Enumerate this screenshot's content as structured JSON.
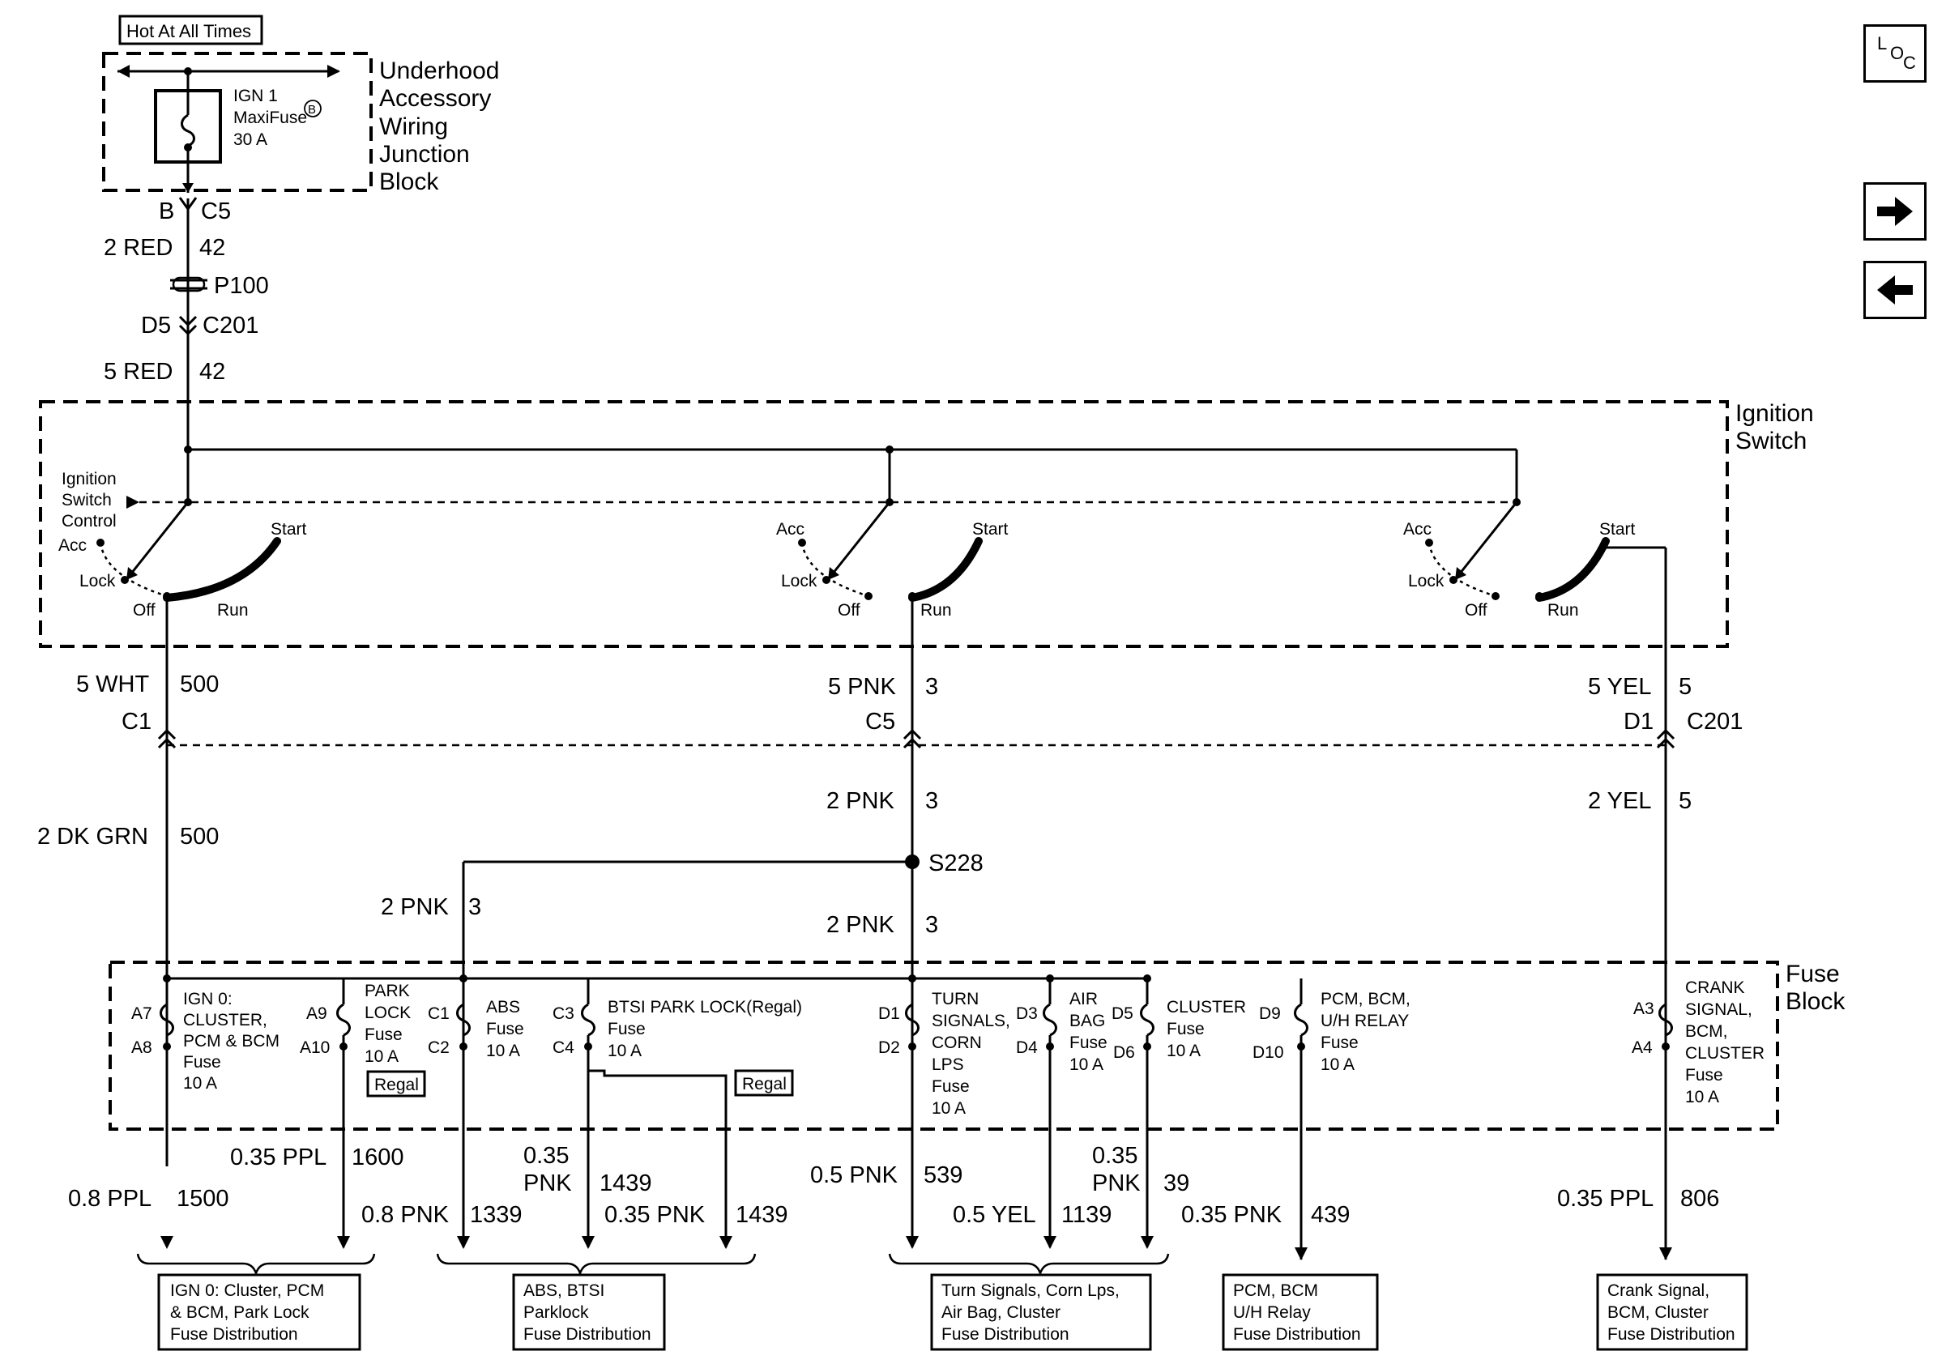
{
  "supply": {
    "hot_label": "Hot At All Times",
    "fuse": {
      "l1": "IGN 1",
      "l2": "MaxiFuse",
      "l2_sup": "B",
      "l3": "30 A"
    },
    "block": [
      "Underhood",
      "Accessory",
      "Wiring",
      "Junction",
      "Block"
    ]
  },
  "feed": {
    "c5_pin": "B",
    "c5_conn": "C5",
    "w1_color": "2 RED",
    "w1_circuit": "42",
    "p100": "P100",
    "c201_pin": "D5",
    "c201_conn": "C201",
    "w2_color": "5 RED",
    "w2_circuit": "42"
  },
  "ignition": {
    "label_1": "Ignition",
    "label_2": "Switch",
    "control_1": "Ignition",
    "control_2": "Switch",
    "control_3": "Control",
    "acc": "Acc",
    "lock": "Lock",
    "off": "Off",
    "run": "Run",
    "start": "Start"
  },
  "outputs": {
    "left": {
      "color": "5 WHT",
      "circuit": "500",
      "conn": "C1"
    },
    "mid": {
      "color": "5 PNK",
      "circuit": "3",
      "conn": "C5"
    },
    "right": {
      "color": "5 YEL",
      "circuit": "5",
      "pin": "D1",
      "conn": "C201"
    }
  },
  "harness": {
    "left": {
      "color": "2 DK GRN",
      "circuit": "500"
    },
    "mid": {
      "color": "2 PNK",
      "circuit": "3"
    },
    "right": {
      "color": "2 YEL",
      "circuit": "5"
    },
    "splice": "S228",
    "branch": {
      "color": "2 PNK",
      "circuit": "3"
    },
    "mid_lower": {
      "color": "2 PNK",
      "circuit": "3"
    }
  },
  "fuse_block": {
    "label_1": "Fuse",
    "label_2": "Block",
    "ign0": {
      "pin_in": "A7",
      "pin_out": "A8",
      "lines": [
        "IGN 0:",
        "CLUSTER,",
        "PCM & BCM",
        "Fuse",
        "10 A"
      ]
    },
    "park": {
      "pin_in": "A9",
      "pin_out": "A10",
      "lines": [
        "PARK",
        "LOCK",
        "Fuse",
        "10 A"
      ],
      "badge": "Regal"
    },
    "abs": {
      "pin_in": "C1",
      "pin_out": "C2",
      "lines": [
        "ABS",
        "Fuse",
        "10 A"
      ]
    },
    "btsi": {
      "pin_in": "C3",
      "pin_out": "C4",
      "lines": [
        "BTSI PARK LOCK(Regal)",
        "Fuse",
        "10 A"
      ],
      "badge": "Regal"
    },
    "turn": {
      "pin_in": "D1",
      "pin_out": "D2",
      "lines": [
        "TURN",
        "SIGNALS,",
        "CORN",
        "LPS",
        "Fuse",
        "10 A"
      ]
    },
    "airbag": {
      "pin_in": "D3",
      "pin_out": "D4",
      "lines": [
        "AIR",
        "BAG",
        "Fuse",
        "10 A"
      ]
    },
    "cluster": {
      "pin_in": "D5",
      "pin_out": "D6",
      "lines": [
        "CLUSTER",
        "Fuse",
        "10 A"
      ]
    },
    "pcm": {
      "pin_in": "D9",
      "pin_out": "D10",
      "lines": [
        "PCM, BCM,",
        "U/H RELAY",
        "Fuse",
        "10 A"
      ]
    },
    "crank": {
      "pin_in": "A3",
      "pin_out": "A4",
      "lines": [
        "CRANK",
        "SIGNAL,",
        "BCM,",
        "CLUSTER",
        "Fuse",
        "10 A"
      ]
    }
  },
  "out_wires": {
    "w1500": {
      "color": "0.8 PPL",
      "circuit": "1500"
    },
    "w1600": {
      "color": "0.35 PPL",
      "circuit": "1600"
    },
    "w1339": {
      "color": "0.8 PNK",
      "circuit": "1339"
    },
    "w1439a": {
      "color_1": "0.35",
      "color_2": "PNK",
      "circuit": "1439"
    },
    "w1439b": {
      "color": "0.35 PNK",
      "circuit": "1439"
    },
    "w539": {
      "color": "0.5 PNK",
      "circuit": "539"
    },
    "w1139": {
      "color": "0.5 YEL",
      "circuit": "1139"
    },
    "w39": {
      "color_1": "0.35",
      "color_2": "PNK",
      "circuit": "39"
    },
    "w439": {
      "color": "0.35 PNK",
      "circuit": "439"
    },
    "w806": {
      "color": "0.35 PPL",
      "circuit": "806"
    }
  },
  "destinations": {
    "ign0": [
      "IGN 0: Cluster, PCM",
      "& BCM, Park Lock",
      "Fuse Distribution"
    ],
    "abs": [
      "ABS, BTSI",
      "Parklock",
      "Fuse Distribution"
    ],
    "turn": [
      "Turn Signals, Corn Lps,",
      "Air Bag, Cluster",
      "Fuse Distribution"
    ],
    "pcm": [
      "PCM, BCM",
      "U/H Relay",
      "Fuse Distribution"
    ],
    "crank": [
      "Crank Signal,",
      "BCM, Cluster",
      "Fuse Distribution"
    ]
  },
  "nav": {
    "loc_l": "L",
    "loc_o": "O",
    "loc_c": "C"
  }
}
